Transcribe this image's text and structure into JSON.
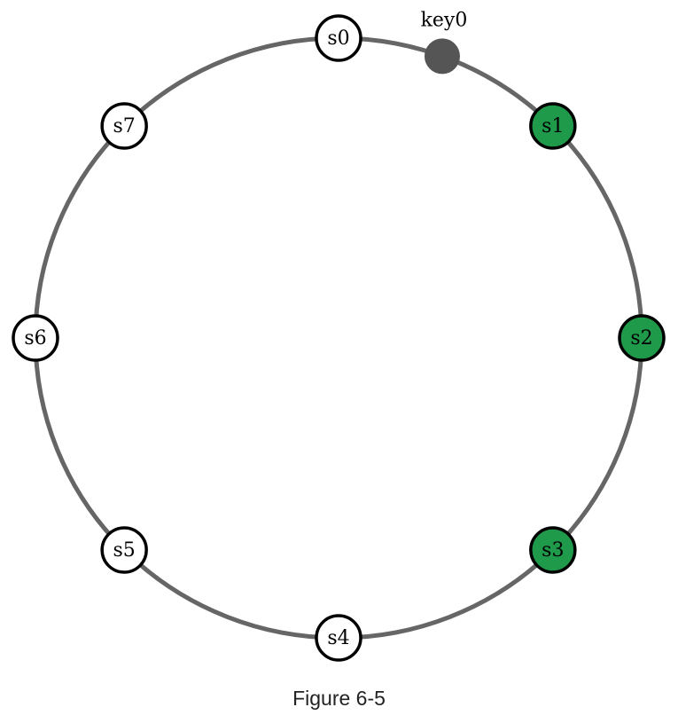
{
  "diagram": {
    "servers": [
      {
        "label": "s0",
        "angle_deg": 0,
        "highlighted": false
      },
      {
        "label": "s1",
        "angle_deg": 45,
        "highlighted": true
      },
      {
        "label": "s2",
        "angle_deg": 90,
        "highlighted": true
      },
      {
        "label": "s3",
        "angle_deg": 135,
        "highlighted": true
      },
      {
        "label": "s4",
        "angle_deg": 180,
        "highlighted": false
      },
      {
        "label": "s5",
        "angle_deg": 225,
        "highlighted": false
      },
      {
        "label": "s6",
        "angle_deg": 270,
        "highlighted": false
      },
      {
        "label": "s7",
        "angle_deg": 315,
        "highlighted": false
      }
    ],
    "key": {
      "label": "key0",
      "angle_deg": 20
    },
    "colors": {
      "ring": "#666666",
      "highlight": "#1f9a4a",
      "key": "#555555",
      "node_border": "#000000"
    }
  },
  "caption": "Figure 6-5"
}
